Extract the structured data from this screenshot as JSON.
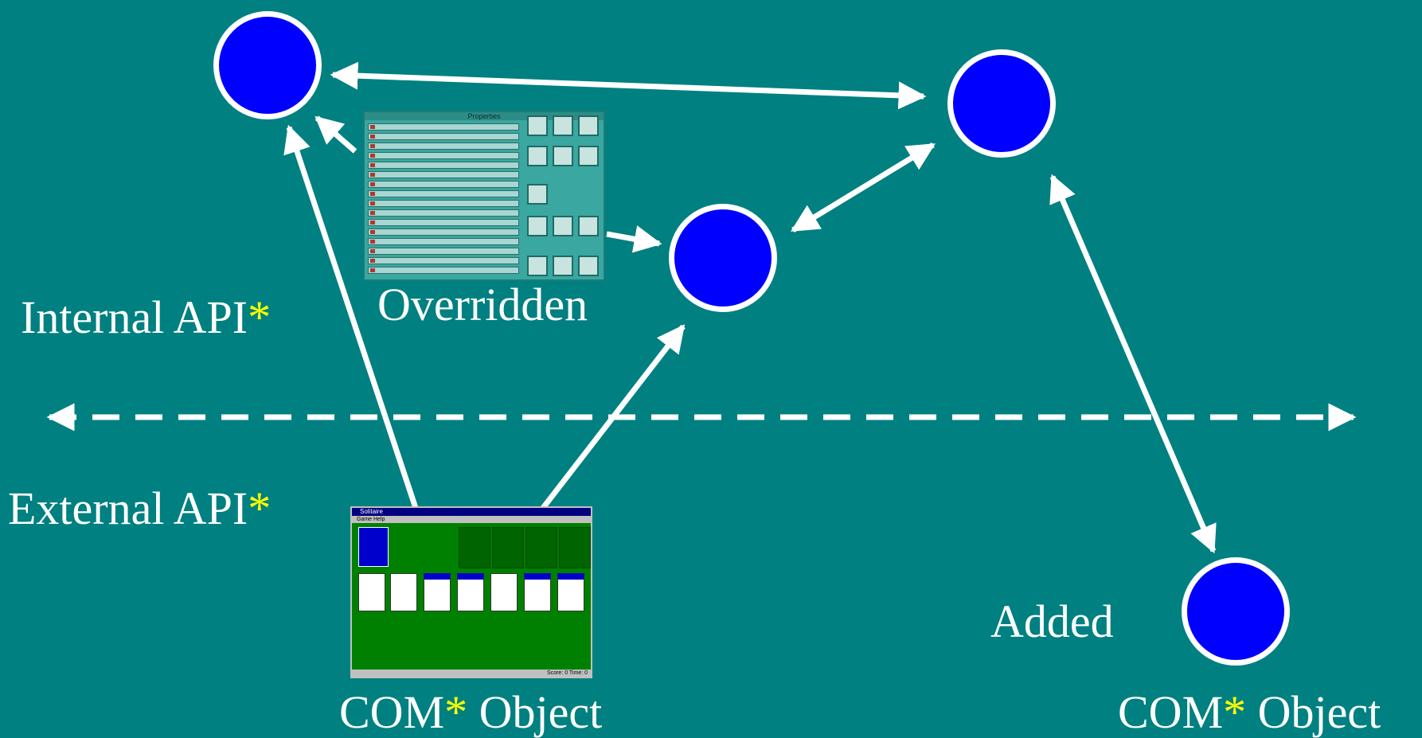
{
  "labels": {
    "internal_api": "Internal API",
    "external_api": "External API",
    "overridden": "Overridden",
    "added": "Added",
    "com_object": "COM",
    "com_object_suffix": "Object",
    "star": "*"
  },
  "thumbnails": {
    "properties_dialog": {
      "title": "Properties"
    },
    "solitaire": {
      "title": "Solitaire",
      "menu": "Game  Help",
      "status": "Score: 0 Time: 0"
    }
  },
  "colors": {
    "background": "#008080",
    "node_fill": "#0000ff",
    "node_stroke": "#ffffff",
    "arrow": "#ffffff",
    "asterisk": "#ffff00"
  }
}
